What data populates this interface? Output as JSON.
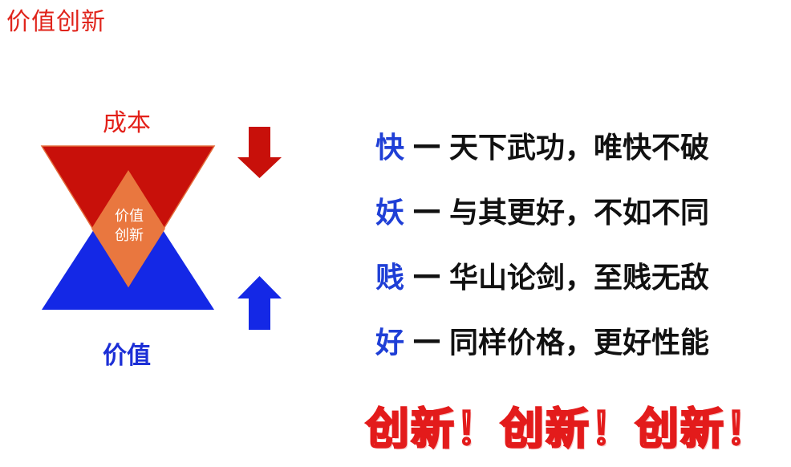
{
  "slide": {
    "title": "价值创新"
  },
  "diagram": {
    "top_label": "成本",
    "bottom_label": "价值",
    "core_lines": [
      "价值",
      "创新"
    ],
    "colors": {
      "cost": "#c8100a",
      "value": "#1428e6",
      "core": "#e9773f",
      "down_arrow": "#c8100a",
      "up_arrow": "#1428e6"
    },
    "arrows": {
      "cost_direction": "down",
      "value_direction": "up"
    }
  },
  "mottos": [
    {
      "key": "快",
      "dash": "—",
      "text": "天下武功，唯快不破"
    },
    {
      "key": "妖",
      "dash": "—",
      "text": "与其更好，不如不同"
    },
    {
      "key": "贱",
      "dash": "—",
      "text": "华山论剑，至贱无敌"
    },
    {
      "key": "好",
      "dash": "—",
      "text": "同样价格，更好性能"
    }
  ],
  "slogan": "创新！创新！创新！"
}
